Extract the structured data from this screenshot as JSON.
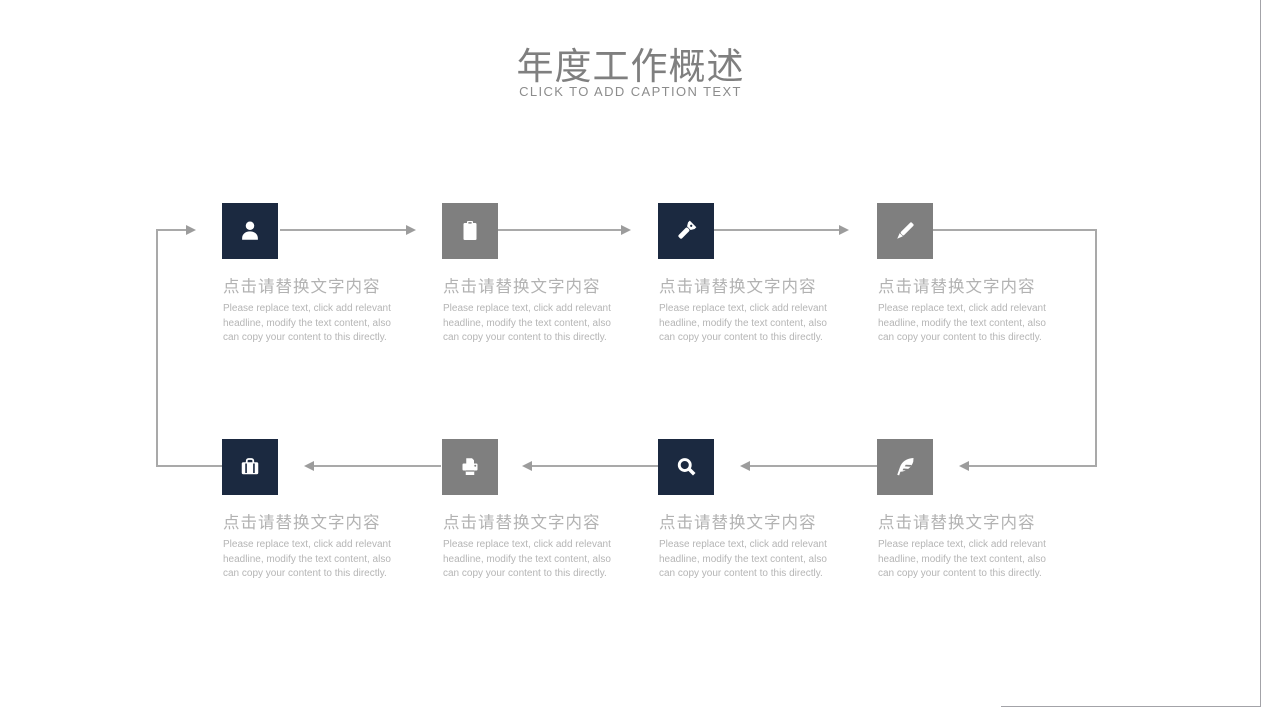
{
  "slide": {
    "title": "年度工作概述",
    "caption": "CLICK TO ADD CAPTION TEXT"
  },
  "colors": {
    "navy": "#1b2940",
    "gray": "#7f7f7f",
    "line": "#a9a9a9",
    "heading_text": "#b2b2b2",
    "body_text": "#b5b5b5",
    "title_text": "#7f7f7f"
  },
  "steps": [
    {
      "icon": "user-icon",
      "variant": "navy",
      "heading": "点击请替换文字内容",
      "body": "Please replace text, click add relevant headline, modify the text content, also can copy your content to this directly."
    },
    {
      "icon": "clipboard-icon",
      "variant": "gray",
      "heading": "点击请替换文字内容",
      "body": "Please replace text, click add relevant headline, modify the text content, also can copy your content to this directly."
    },
    {
      "icon": "flashlight-icon",
      "variant": "navy",
      "heading": "点击请替换文字内容",
      "body": "Please replace text, click add relevant headline, modify the text content, also can copy your content to this directly."
    },
    {
      "icon": "pencil-icon",
      "variant": "gray",
      "heading": "点击请替换文字内容",
      "body": "Please replace text, click add relevant headline, modify the text content, also can copy your content to this directly."
    },
    {
      "icon": "feather-icon",
      "variant": "gray",
      "heading": "点击请替换文字内容",
      "body": "Please replace text, click add relevant headline, modify the text content, also can copy your content to this directly."
    },
    {
      "icon": "search-icon",
      "variant": "navy",
      "heading": "点击请替换文字内容",
      "body": "Please replace text, click add relevant headline, modify the text content, also can copy your content to this directly."
    },
    {
      "icon": "printer-icon",
      "variant": "gray",
      "heading": "点击请替换文字内容",
      "body": "Please replace text, click add relevant headline, modify the text content, also can copy your content to this directly."
    },
    {
      "icon": "briefcase-icon",
      "variant": "navy",
      "heading": "点击请替换文字内容",
      "body": "Please replace text, click add relevant headline, modify the text content, also can copy your content to this directly."
    }
  ]
}
